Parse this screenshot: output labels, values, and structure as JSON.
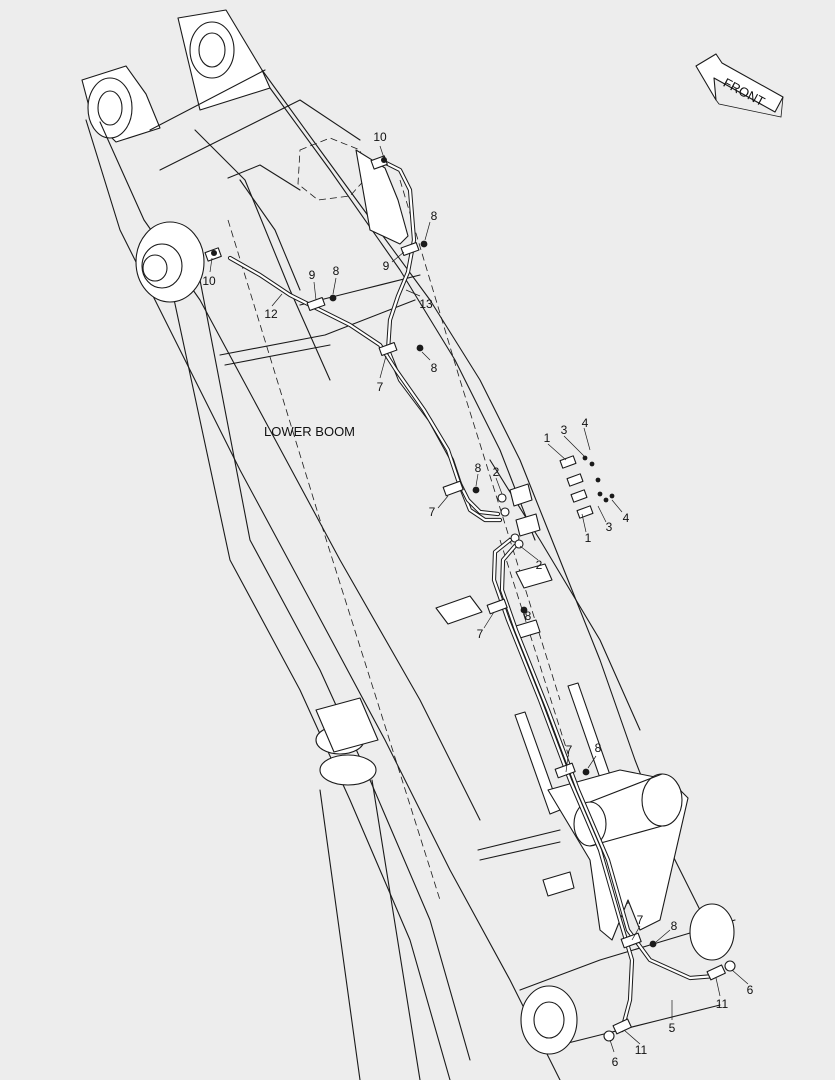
{
  "labels": {
    "front": "FRONT",
    "component": "LOWER BOOM"
  },
  "callouts": [
    {
      "id": "c1a",
      "text": "10"
    },
    {
      "id": "c2a",
      "text": "8"
    },
    {
      "id": "c3a",
      "text": "9"
    },
    {
      "id": "c4a",
      "text": "10"
    },
    {
      "id": "c5a",
      "text": "9"
    },
    {
      "id": "c6a",
      "text": "8"
    },
    {
      "id": "c7a",
      "text": "12"
    },
    {
      "id": "c8a",
      "text": "13"
    },
    {
      "id": "c9a",
      "text": "8"
    },
    {
      "id": "c10a",
      "text": "7"
    },
    {
      "id": "c11a",
      "text": "1"
    },
    {
      "id": "c12a",
      "text": "3"
    },
    {
      "id": "c13a",
      "text": "4"
    },
    {
      "id": "c14a",
      "text": "8"
    },
    {
      "id": "c15a",
      "text": "2"
    },
    {
      "id": "c16a",
      "text": "7"
    },
    {
      "id": "c17a",
      "text": "4"
    },
    {
      "id": "c18a",
      "text": "3"
    },
    {
      "id": "c19a",
      "text": "1"
    },
    {
      "id": "c20a",
      "text": "2"
    },
    {
      "id": "c21a",
      "text": "8"
    },
    {
      "id": "c22a",
      "text": "7"
    },
    {
      "id": "c23a",
      "text": "7"
    },
    {
      "id": "c24a",
      "text": "8"
    },
    {
      "id": "c25a",
      "text": "7"
    },
    {
      "id": "c26a",
      "text": "8"
    },
    {
      "id": "c27a",
      "text": "6"
    },
    {
      "id": "c28a",
      "text": "11"
    },
    {
      "id": "c29a",
      "text": "5"
    },
    {
      "id": "c30a",
      "text": "11"
    },
    {
      "id": "c31a",
      "text": "6"
    }
  ]
}
